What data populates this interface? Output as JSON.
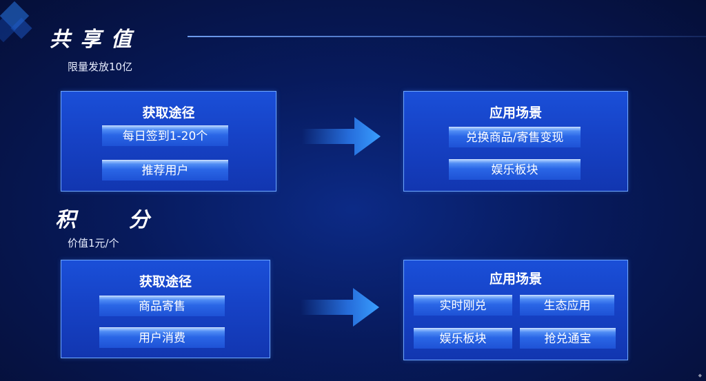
{
  "share_value": {
    "title": "共 享 值",
    "subtitle": "限量发放10亿",
    "acquire": {
      "title": "获取途径",
      "items": [
        "每日签到1-20个",
        "推荐用户"
      ]
    },
    "usage": {
      "title": "应用场景",
      "items": [
        "兑换商品/寄售变现",
        "娱乐板块"
      ]
    }
  },
  "points": {
    "title": "积      分",
    "subtitle": "价值1元/个",
    "acquire": {
      "title": "获取途径",
      "items": [
        "商品寄售",
        "用户消费"
      ]
    },
    "usage": {
      "title": "应用场景",
      "items": [
        "实时刚兑",
        "生态应用",
        "娱乐板块",
        "抢兑通宝"
      ]
    }
  },
  "colors": {
    "card_fill": "#1642c6",
    "card_border": "#6fa8ff",
    "arrow": "#2f86ff",
    "background": "#071a5c"
  }
}
